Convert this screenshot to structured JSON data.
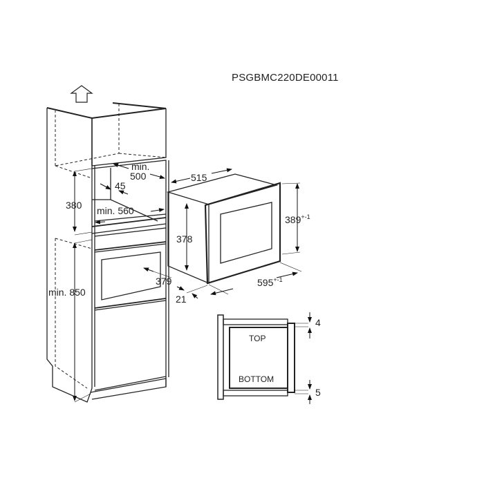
{
  "diagram": {
    "model_code": "PSGBMC220DE00011",
    "cabinet": {
      "label_min_500_line1": "min.",
      "label_min_500_line2": "500",
      "label_45": "45",
      "label_380": "380",
      "label_min_560": "min. 560",
      "label_min_850": "min. 850",
      "label_379": "379",
      "label_21": "21"
    },
    "appliance": {
      "depth": "515",
      "side_height": "378",
      "front_height": "389",
      "front_height_tolerance": "+-1",
      "width": "595",
      "width_tolerance": "+-1"
    },
    "section": {
      "top_label": "TOP",
      "bottom_label": "BOTTOM",
      "top_gap": "4",
      "bottom_gap": "5"
    },
    "icons": {
      "up_arrow": "ventilation-up-arrow-icon"
    }
  }
}
